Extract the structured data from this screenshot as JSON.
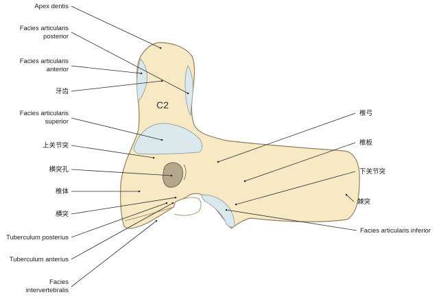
{
  "colors": {
    "bone": "#f6e9c3",
    "bone_outline": "#8c7f5c",
    "cartilage": "#dce9ec",
    "foramen": "#b3a88c",
    "leader": "#2a2a2a"
  },
  "diagram": {
    "vertebra_label": "C2",
    "labels_left": [
      {
        "id": "apex-dentis",
        "lines": [
          "Apex dentis"
        ]
      },
      {
        "id": "facies-articularis-posterior",
        "lines": [
          "Facies articularis",
          "posterior"
        ]
      },
      {
        "id": "facies-articularis-anterior",
        "lines": [
          "Facies articularis",
          "anterior"
        ]
      },
      {
        "id": "ya-chi",
        "lines": [
          "牙齿"
        ]
      },
      {
        "id": "facies-articularis-superior",
        "lines": [
          "Facies articularis",
          "superior"
        ]
      },
      {
        "id": "shang-guan-jie-tu",
        "lines": [
          "上关节突"
        ]
      },
      {
        "id": "heng-tu-kong",
        "lines": [
          "横突孔"
        ]
      },
      {
        "id": "zhui-ti",
        "lines": [
          "椎体"
        ]
      },
      {
        "id": "heng-tu",
        "lines": [
          "横突"
        ]
      },
      {
        "id": "tuberculum-posterius",
        "lines": [
          "Tuberculum posterius"
        ]
      },
      {
        "id": "tuberculum-anterius",
        "lines": [
          "Tuberculum anterius"
        ]
      },
      {
        "id": "facies-intervertebralis",
        "lines": [
          "Facies",
          "intervertebralis"
        ]
      }
    ],
    "labels_right": [
      {
        "id": "zhui-gong",
        "lines": [
          "椎弓"
        ]
      },
      {
        "id": "zhui-ban",
        "lines": [
          "椎板"
        ]
      },
      {
        "id": "xia-guan-jie-tu",
        "lines": [
          "下关节突"
        ]
      },
      {
        "id": "ji-tu",
        "lines": [
          "棘突"
        ]
      },
      {
        "id": "facies-articularis-inferior",
        "lines": [
          "Facies articularis inferior"
        ]
      }
    ]
  }
}
